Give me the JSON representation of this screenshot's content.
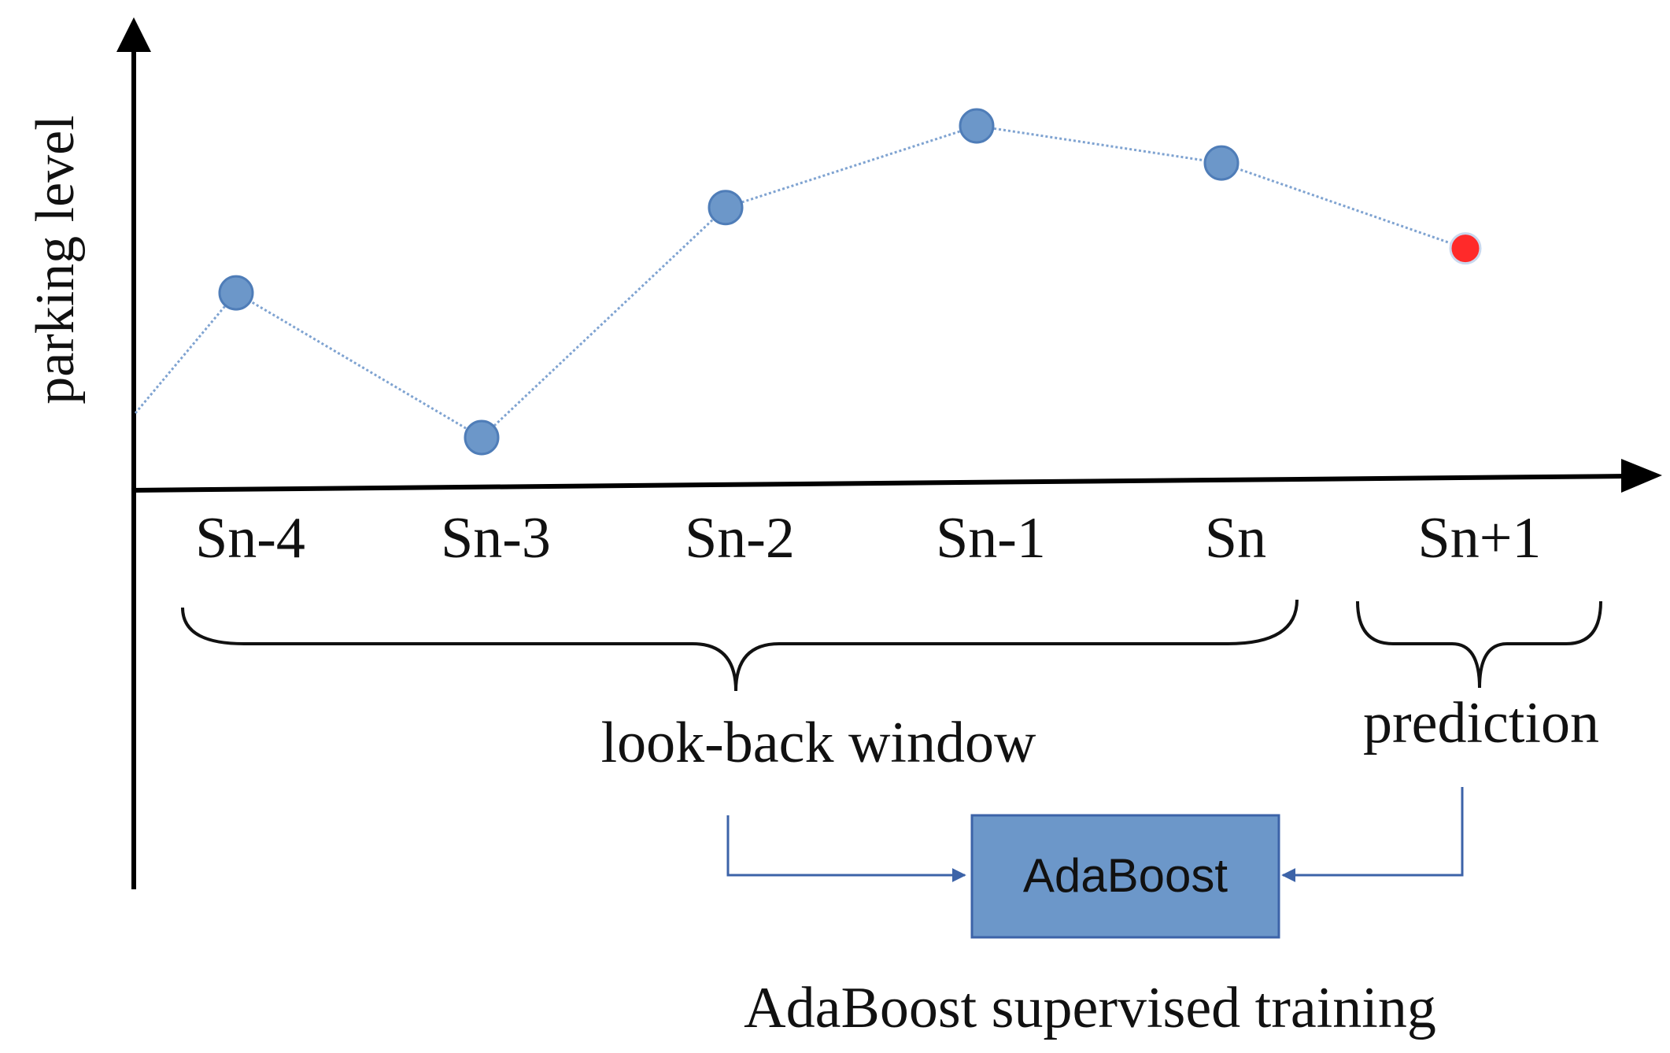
{
  "diagram": {
    "y_axis_label": "parking level",
    "steps": [
      "Sn-4",
      "Sn-3",
      "Sn-2",
      "Sn-1",
      "Sn",
      "Sn+1"
    ],
    "parking_level_relative": [
      0.55,
      0.16,
      0.78,
      1.0,
      0.9,
      0.67
    ],
    "observed_color": "#6c97c9",
    "predicted_color": "#ff2a2a",
    "line_color": "#7fa3d1",
    "lookback_label": "look-back window",
    "prediction_label": "prediction",
    "model_label": "AdaBoost",
    "model_box_color": "#6c97c9",
    "arrow_color": "#3c63a8",
    "caption": "AdaBoost supervised training"
  }
}
